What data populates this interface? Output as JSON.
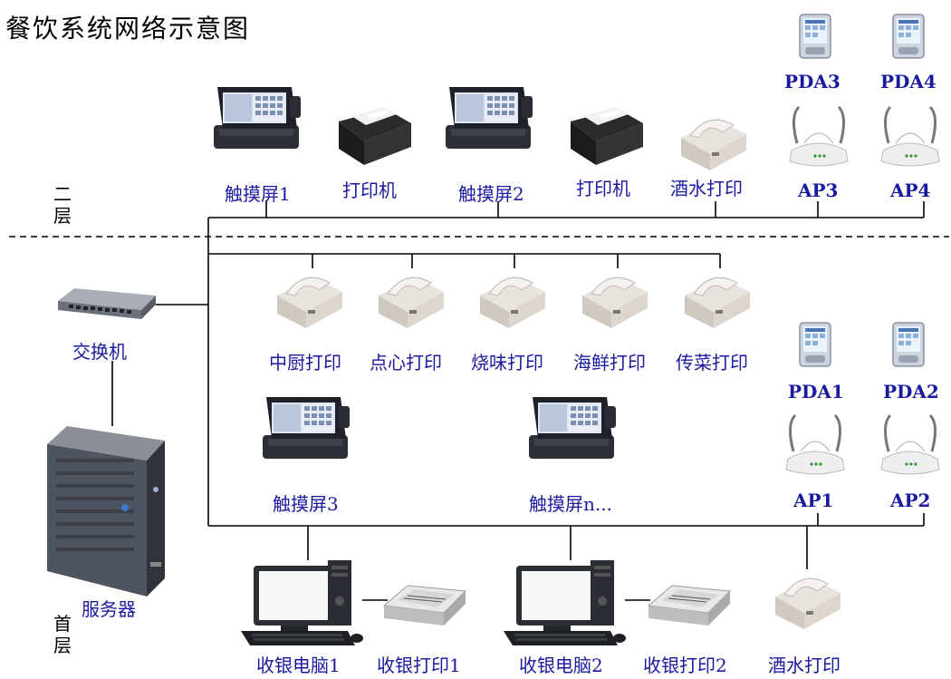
{
  "title": "餐饮系统网络示意图",
  "floors": {
    "second": [
      "二",
      "层"
    ],
    "first": [
      "首",
      "层"
    ]
  },
  "second_floor": {
    "touch1": "触摸屏1",
    "printer1": "打印机",
    "touch2": "触摸屏2",
    "printer2": "打印机",
    "drink_printer": "酒水打印",
    "ap3": "AP3",
    "ap4": "AP4",
    "pda3": "PDA3",
    "pda4": "PDA4"
  },
  "first_floor": {
    "switch": "交换机",
    "server": "服务器",
    "kitchen_printers": [
      "中厨打印",
      "点心打印",
      "烧味打印",
      "海鲜打印",
      "传菜打印"
    ],
    "touch3": "触摸屏3",
    "touchn": "触摸屏n...",
    "ap1": "AP1",
    "ap2": "AP2",
    "pda1": "PDA1",
    "pda2": "PDA2",
    "cashier_pc1": "收银电脑1",
    "cashier_printer1": "收银打印1",
    "cashier_pc2": "收银电脑2",
    "cashier_printer2": "收银打印2",
    "drink_printer": "酒水打印"
  }
}
